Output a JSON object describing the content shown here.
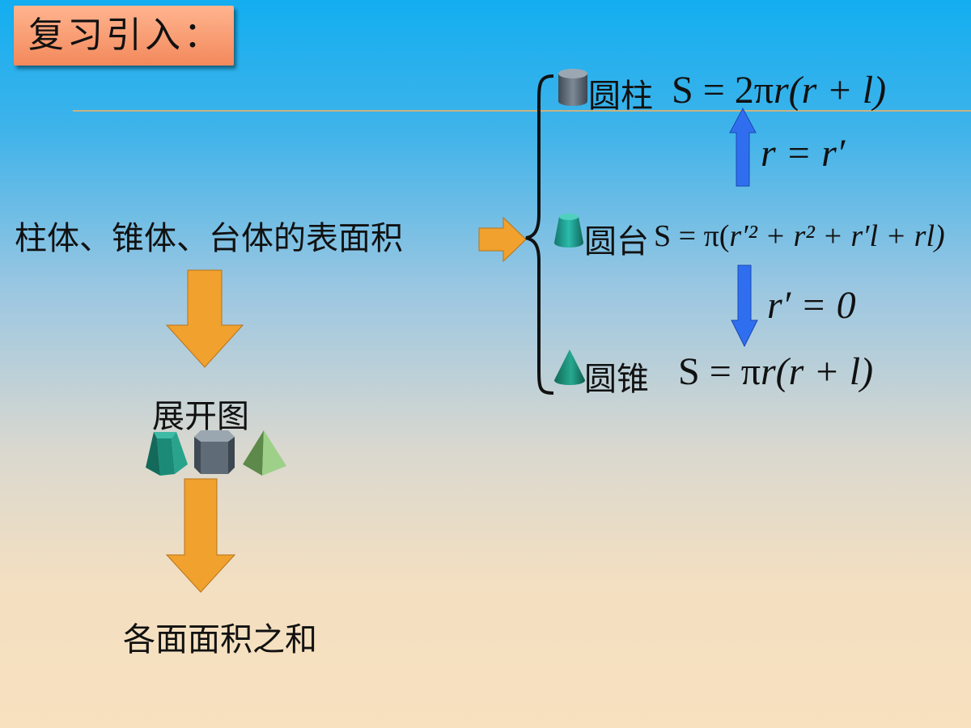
{
  "title": "复习引入：",
  "topic": "柱体、锥体、台体的表面积",
  "steps": {
    "net_label": "展开图",
    "sum_label": "各面面积之和"
  },
  "solids": {
    "cylinder": {
      "name": "圆柱",
      "formula_prefix": "S = 2π",
      "formula_body": "r(r + l)"
    },
    "frustum": {
      "name": "圆台",
      "formula_prefix": "S = π(",
      "formula_body": "r′² + r² + r′l + rl)"
    },
    "cone": {
      "name": "圆锥",
      "formula_prefix": "S = π",
      "formula_body": "r(r + l)"
    }
  },
  "transitions": {
    "up": "r = r′",
    "down": "r′ = 0"
  },
  "colors": {
    "orange_arrow": "#f0a12e",
    "blue_arrow": "#2f6fef",
    "title_bg": "#f79468",
    "cylinder": "#5d6873",
    "frustum": "#1fa194",
    "cone": "#1c8f7a",
    "pyramid": "#8cbc78"
  }
}
